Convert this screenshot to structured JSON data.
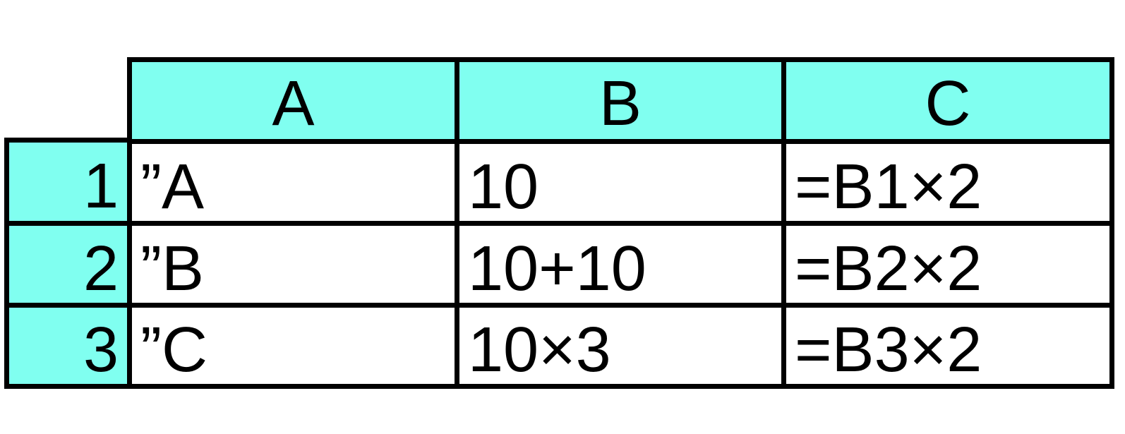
{
  "colors": {
    "header_bg": "#80FFF0",
    "cell_bg": "#FFFFFF",
    "border": "#000000"
  },
  "columns": [
    "A",
    "B",
    "C"
  ],
  "rows": [
    {
      "number": "1",
      "cells": [
        "”A",
        "10",
        "=B1×2"
      ]
    },
    {
      "number": "2",
      "cells": [
        "”B",
        "10+10",
        "=B2×2"
      ]
    },
    {
      "number": "3",
      "cells": [
        "”C",
        "10×3",
        "=B3×2"
      ]
    }
  ]
}
